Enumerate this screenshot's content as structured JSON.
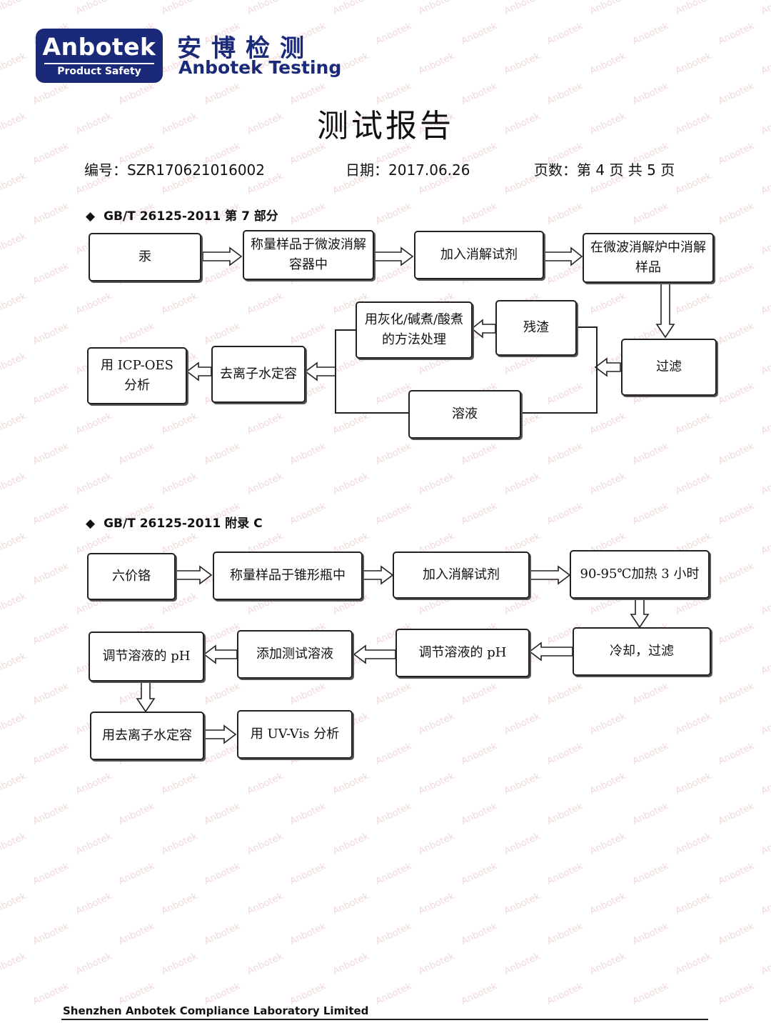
{
  "header": {
    "logo_main": "Anbotek",
    "logo_sub": "Product Safety",
    "brand_cn": "安博检测",
    "brand_en": "Anbotek Testing",
    "brand_color": "#1b2a78",
    "watermark": "Anbotek"
  },
  "title": "测试报告",
  "meta": {
    "number": "编号：SZR170621016002",
    "date": "日期：2017.06.26",
    "page": "页数：第 4 页 共 5 页"
  },
  "section1": {
    "heading": "GB/T 26125-2011 第 7 部分",
    "nodes": {
      "mercury": "汞",
      "weigh": "称量样品于微波消解容器中",
      "add_reagent": "加入消解试剂",
      "digest": "在微波消解炉中消解样品",
      "filter": "过滤",
      "residue": "残渣",
      "treat": "用灰化/碱煮/酸煮的方法处理",
      "dilute": "去离子水定容",
      "analyze": "用 ICP-OES 分析",
      "solution": "溶液"
    }
  },
  "section2": {
    "heading": "GB/T 26125-2011 附录 C",
    "nodes": {
      "chromium": "六价铬",
      "weigh": "称量样品于锥形瓶中",
      "add_reagent": "加入消解试剂",
      "heat": "90-95℃加热 3 小时",
      "cool": "冷却，过滤",
      "ph1": "调节溶液的 pH",
      "add_test": "添加测试溶液",
      "ph2": "调节溶液的 pH",
      "dilute": "用去离子水定容",
      "analyze": "用 UV-Vis 分析"
    }
  },
  "footer": "Shenzhen Anbotek Compliance Laboratory Limited"
}
